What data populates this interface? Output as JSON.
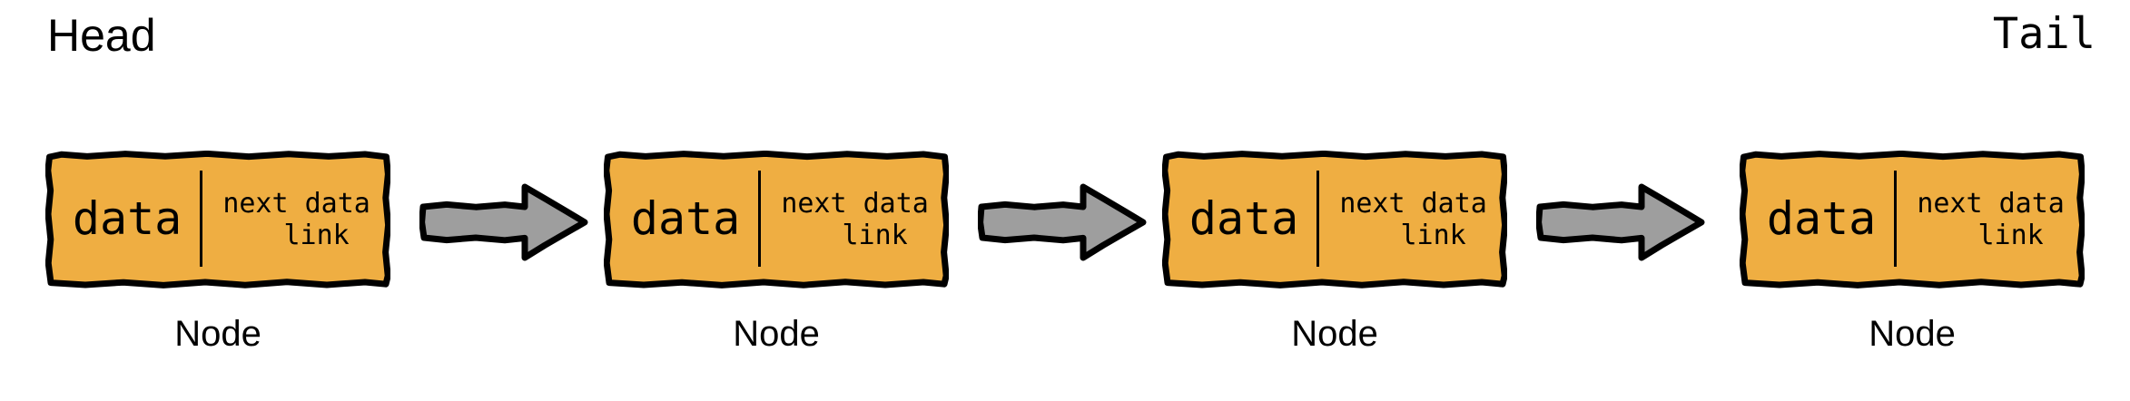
{
  "diagram": {
    "title": "singly-linked-list",
    "background_color": "#FFFFFF",
    "node_fill_color": "#EFAE42",
    "node_stroke_color": "#000000",
    "arrow_fill_color": "#9E9E9E",
    "arrow_stroke_color": "#000000",
    "text_color": "#000000"
  },
  "endpoints": {
    "head": "Head",
    "tail": "Tail"
  },
  "nodes": [
    {
      "caption": "Node",
      "data_label": "data",
      "link_line1": "next data",
      "link_line2": "link"
    },
    {
      "caption": "Node",
      "data_label": "data",
      "link_line1": "next data",
      "link_line2": "link"
    },
    {
      "caption": "Node",
      "data_label": "data",
      "link_line1": "next data",
      "link_line2": "link"
    },
    {
      "caption": "Node",
      "data_label": "data",
      "link_line1": "next data",
      "link_line2": "link"
    }
  ],
  "arrows": [
    {
      "name": "arrow-right-icon",
      "direction": "right"
    },
    {
      "name": "arrow-right-icon",
      "direction": "right"
    },
    {
      "name": "arrow-right-icon",
      "direction": "right"
    }
  ]
}
